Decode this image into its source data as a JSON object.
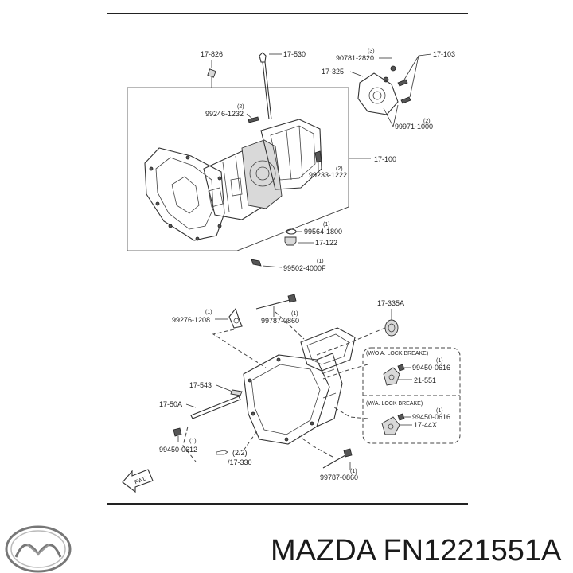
{
  "parts": {
    "p17_826": "17-826",
    "p17_530": "17-530",
    "p90781": "90781-2820",
    "p90781_qty": "(3)",
    "p17_103": "17-103",
    "p17_325": "17-325",
    "p99246": "99246-1232",
    "p99246_qty": "(2)",
    "p99971": "99971-1000",
    "p99971_qty": "(2)",
    "p17_100": "17-100",
    "p99233": "99233-1222",
    "p99233_qty": "(2)",
    "p99564": "99564-1800",
    "p99564_qty": "(1)",
    "p17_122": "17-122",
    "p99502": "99502-4000F",
    "p99502_qty": "(1)",
    "p99276": "99276-1208",
    "p99276_qty": "(1)",
    "p99787a": "99787-0860",
    "p99787a_qty": "(1)",
    "p17_335a": "17-335A",
    "wo_lock": "(W/O A. LOCK BREAKE)",
    "p99450a": "99450-0616",
    "p99450a_qty": "(1)",
    "p21_551": "21-551",
    "w_lock": "(W/A. LOCK BREAKE)",
    "p99450b": "99450-0616",
    "p99450b_qty": "(1)",
    "p17_44x": "17-44X",
    "p17_543": "17-543",
    "p17_50a": "17-50A",
    "p99450c": "99450-0612",
    "p99450c_qty": "(1)",
    "ref22": "(2/2)",
    "ref17_330": "/17-330",
    "p99787b": "99787-0860",
    "p99787b_qty": "(1)",
    "fwd": "FWD"
  },
  "footer": {
    "brand_text": "MAZDA FN1221551A",
    "logo": "mazda-logo-icon"
  }
}
